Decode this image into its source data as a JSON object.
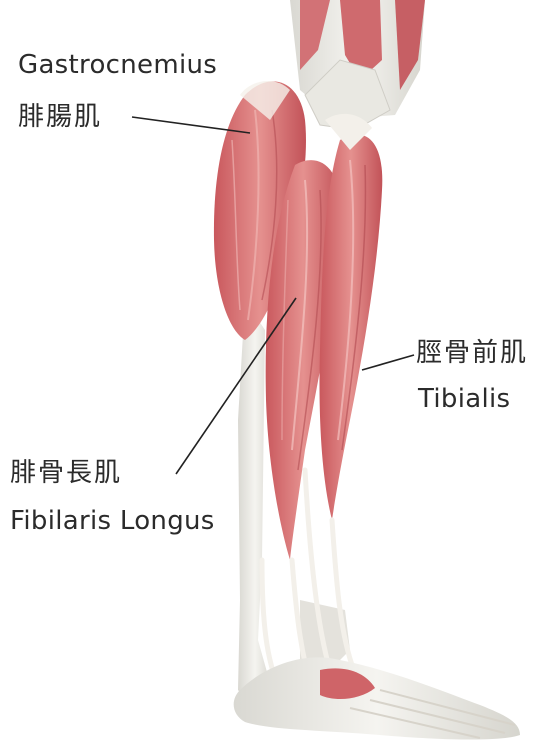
{
  "labels": {
    "gastrocnemius": {
      "en": "Gastrocnemius",
      "jp": "腓腸肌"
    },
    "tibialis": {
      "jp": "脛骨前肌",
      "en": "Tibialis"
    },
    "fibularis": {
      "jp": "腓骨長肌",
      "en": "Fibilaris Longus"
    }
  },
  "colors": {
    "muscle": "#d9787a",
    "muscle_dark": "#b84f55",
    "muscle_light": "#eaa4a2",
    "bone": "#ecebe6",
    "tendon": "#f3f0ea",
    "leader_line": "#222222"
  }
}
